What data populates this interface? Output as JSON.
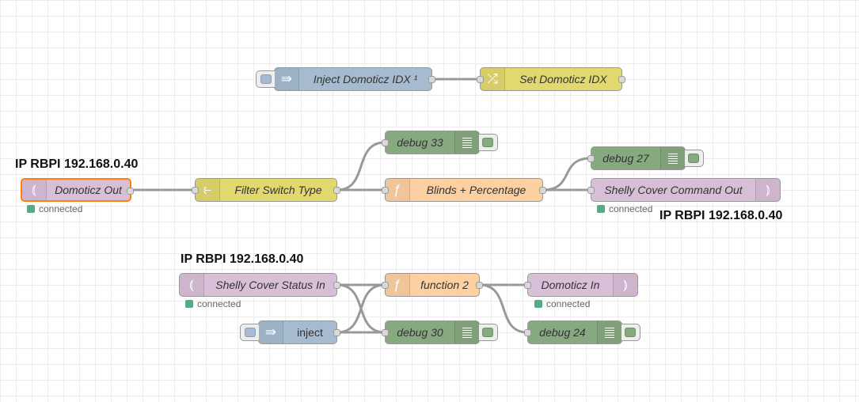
{
  "colors": {
    "inject": "#a6bbcf",
    "change": "#e2d96e",
    "switch": "#e2d96e",
    "function": "#fdd0a2",
    "debug": "#87a980",
    "mqtt": "#d8bfd8",
    "selected": "#ff7f0e",
    "status_connected": "#5a8"
  },
  "flow1": {
    "inject_label": "Inject Domoticz IDX ¹",
    "change_label": "Set Domoticz IDX"
  },
  "flow2": {
    "note_left": "IP RBPI 192.168.0.40",
    "mqtt_out_label": "Domoticz Out",
    "mqtt_out_status": "connected",
    "switch_label": "Filter Switch Type",
    "debug33_label": "debug 33",
    "function_label": "Blinds + Percentage",
    "debug27_label": "debug 27",
    "shelly_out_label": "Shelly Cover Command Out",
    "shelly_out_status": "connected",
    "note_right": "IP RBPI 192.168.0.40"
  },
  "flow3": {
    "note": "IP RBPI 192.168.0.40",
    "shelly_in_label": "Shelly Cover Status In",
    "shelly_in_status": "connected",
    "inject_label": "inject",
    "function_label": "function 2",
    "debug30_label": "debug 30",
    "domoticz_in_label": "Domoticz In",
    "domoticz_in_status": "connected",
    "debug24_label": "debug 24"
  }
}
